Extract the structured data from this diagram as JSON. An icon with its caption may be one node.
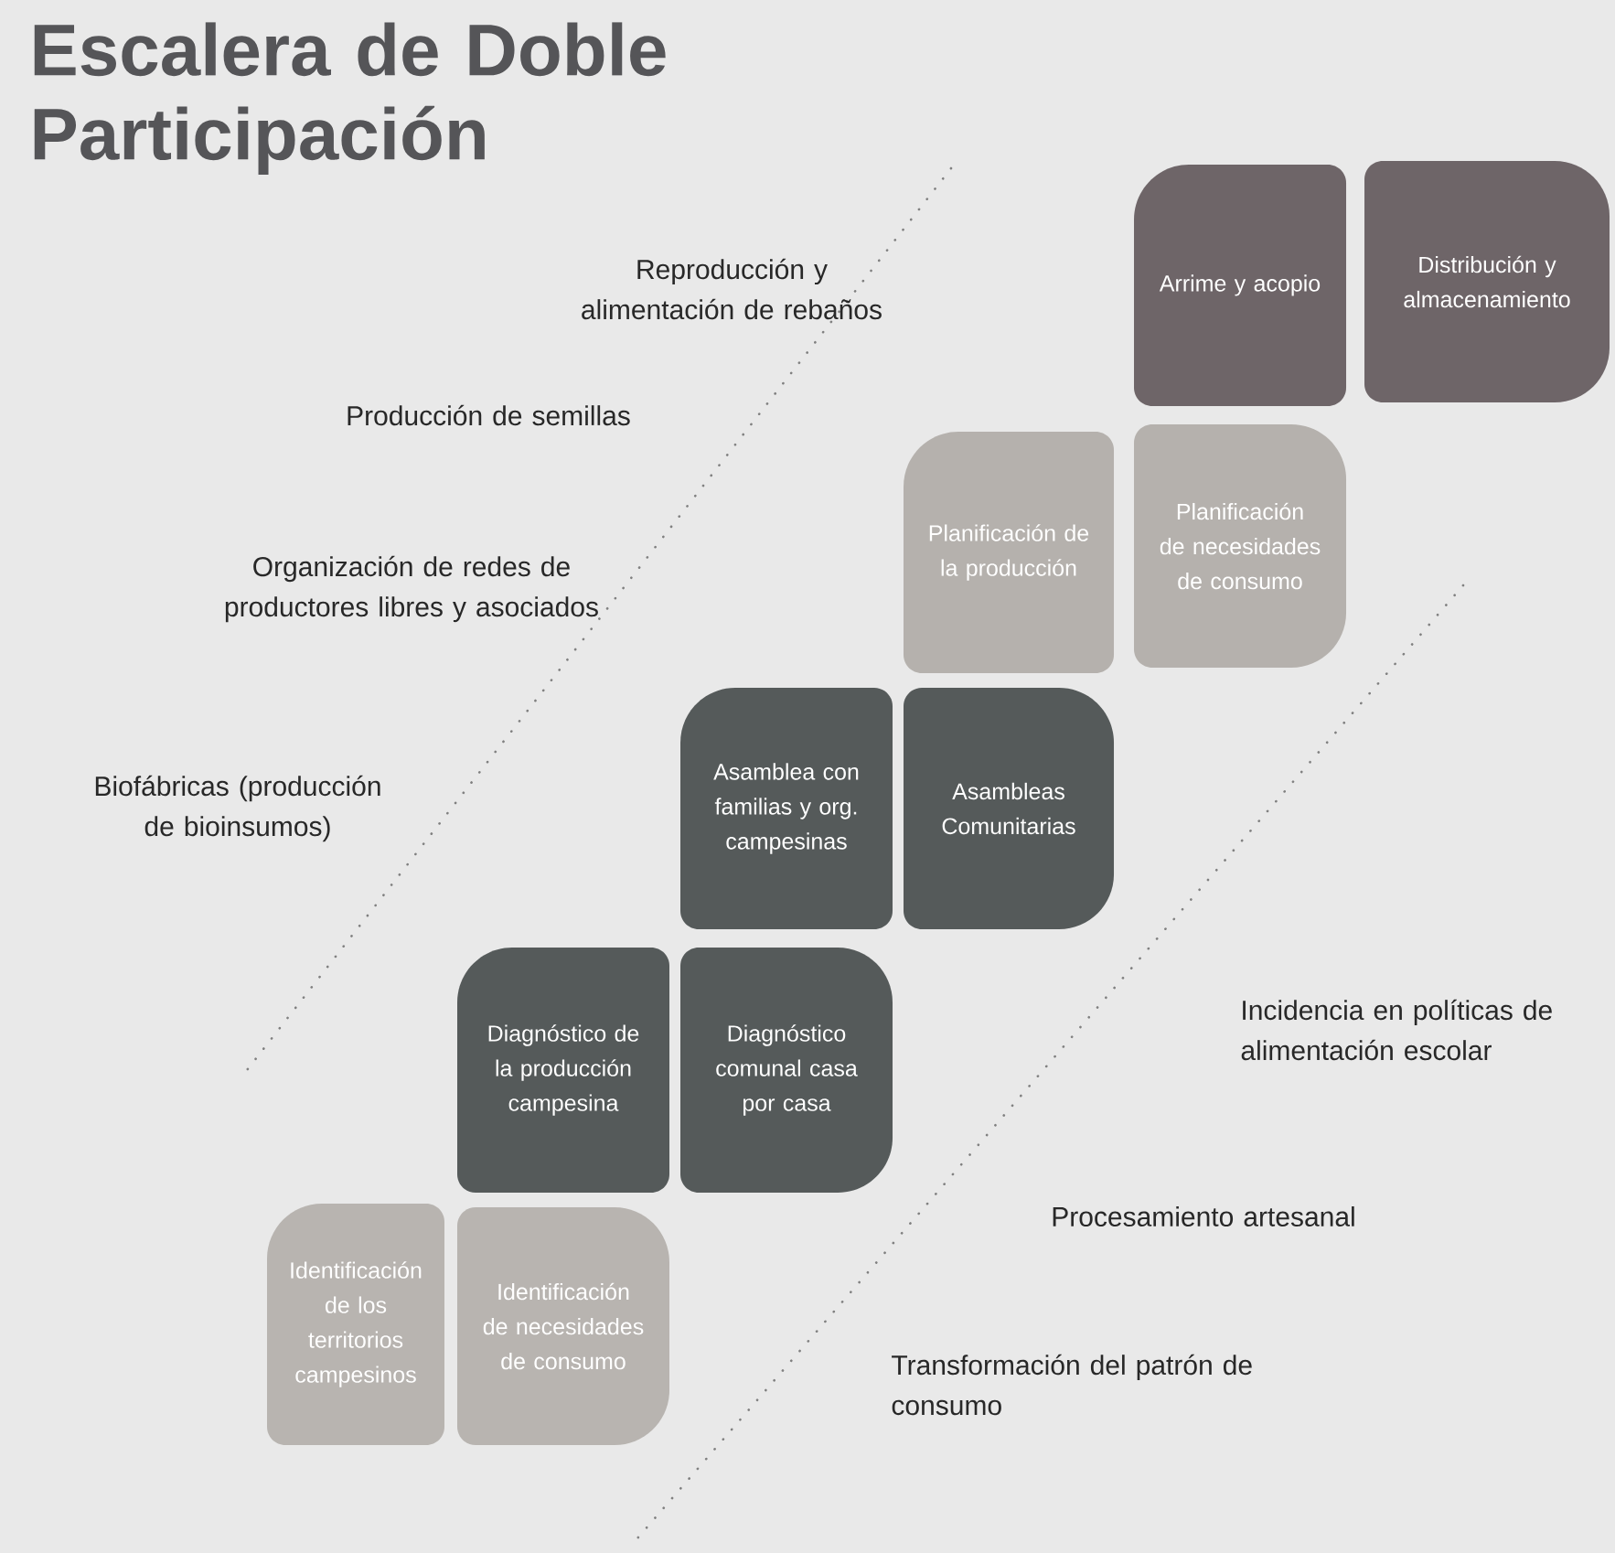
{
  "diagram": {
    "title": "Escalera de Doble Participación",
    "nodes": [
      {
        "text": [
          "Arrime y acopio"
        ]
      },
      {
        "text": [
          "Distribución y almacenamiento"
        ]
      },
      {
        "text": [
          "Planificación de la producción"
        ]
      },
      {
        "text": [
          "Planificación de necesidades de consumo"
        ]
      },
      {
        "text": [
          "Asamblea con familias y org. campesinas"
        ]
      },
      {
        "text": [
          "Asambleas Comunitarias"
        ]
      },
      {
        "text": [
          "Diagnóstico de la producción campesina"
        ]
      },
      {
        "text": [
          "Diagnóstico comunal casa por casa"
        ]
      },
      {
        "text": [
          "Identificación de los territorios campesinos"
        ]
      },
      {
        "text": [
          "Identificación de necesidades de consumo"
        ]
      }
    ],
    "labels": [
      "Reproducción y alimentación de rebaños",
      "Producción de semillas",
      "Organización de redes de productores libres y asociados",
      "Biofábricas (producción de bioinsumos)",
      "Incidencia en políticas de alimentación escolar",
      "Procesamiento artesanal",
      "Transformación del patrón de consumo"
    ]
  }
}
